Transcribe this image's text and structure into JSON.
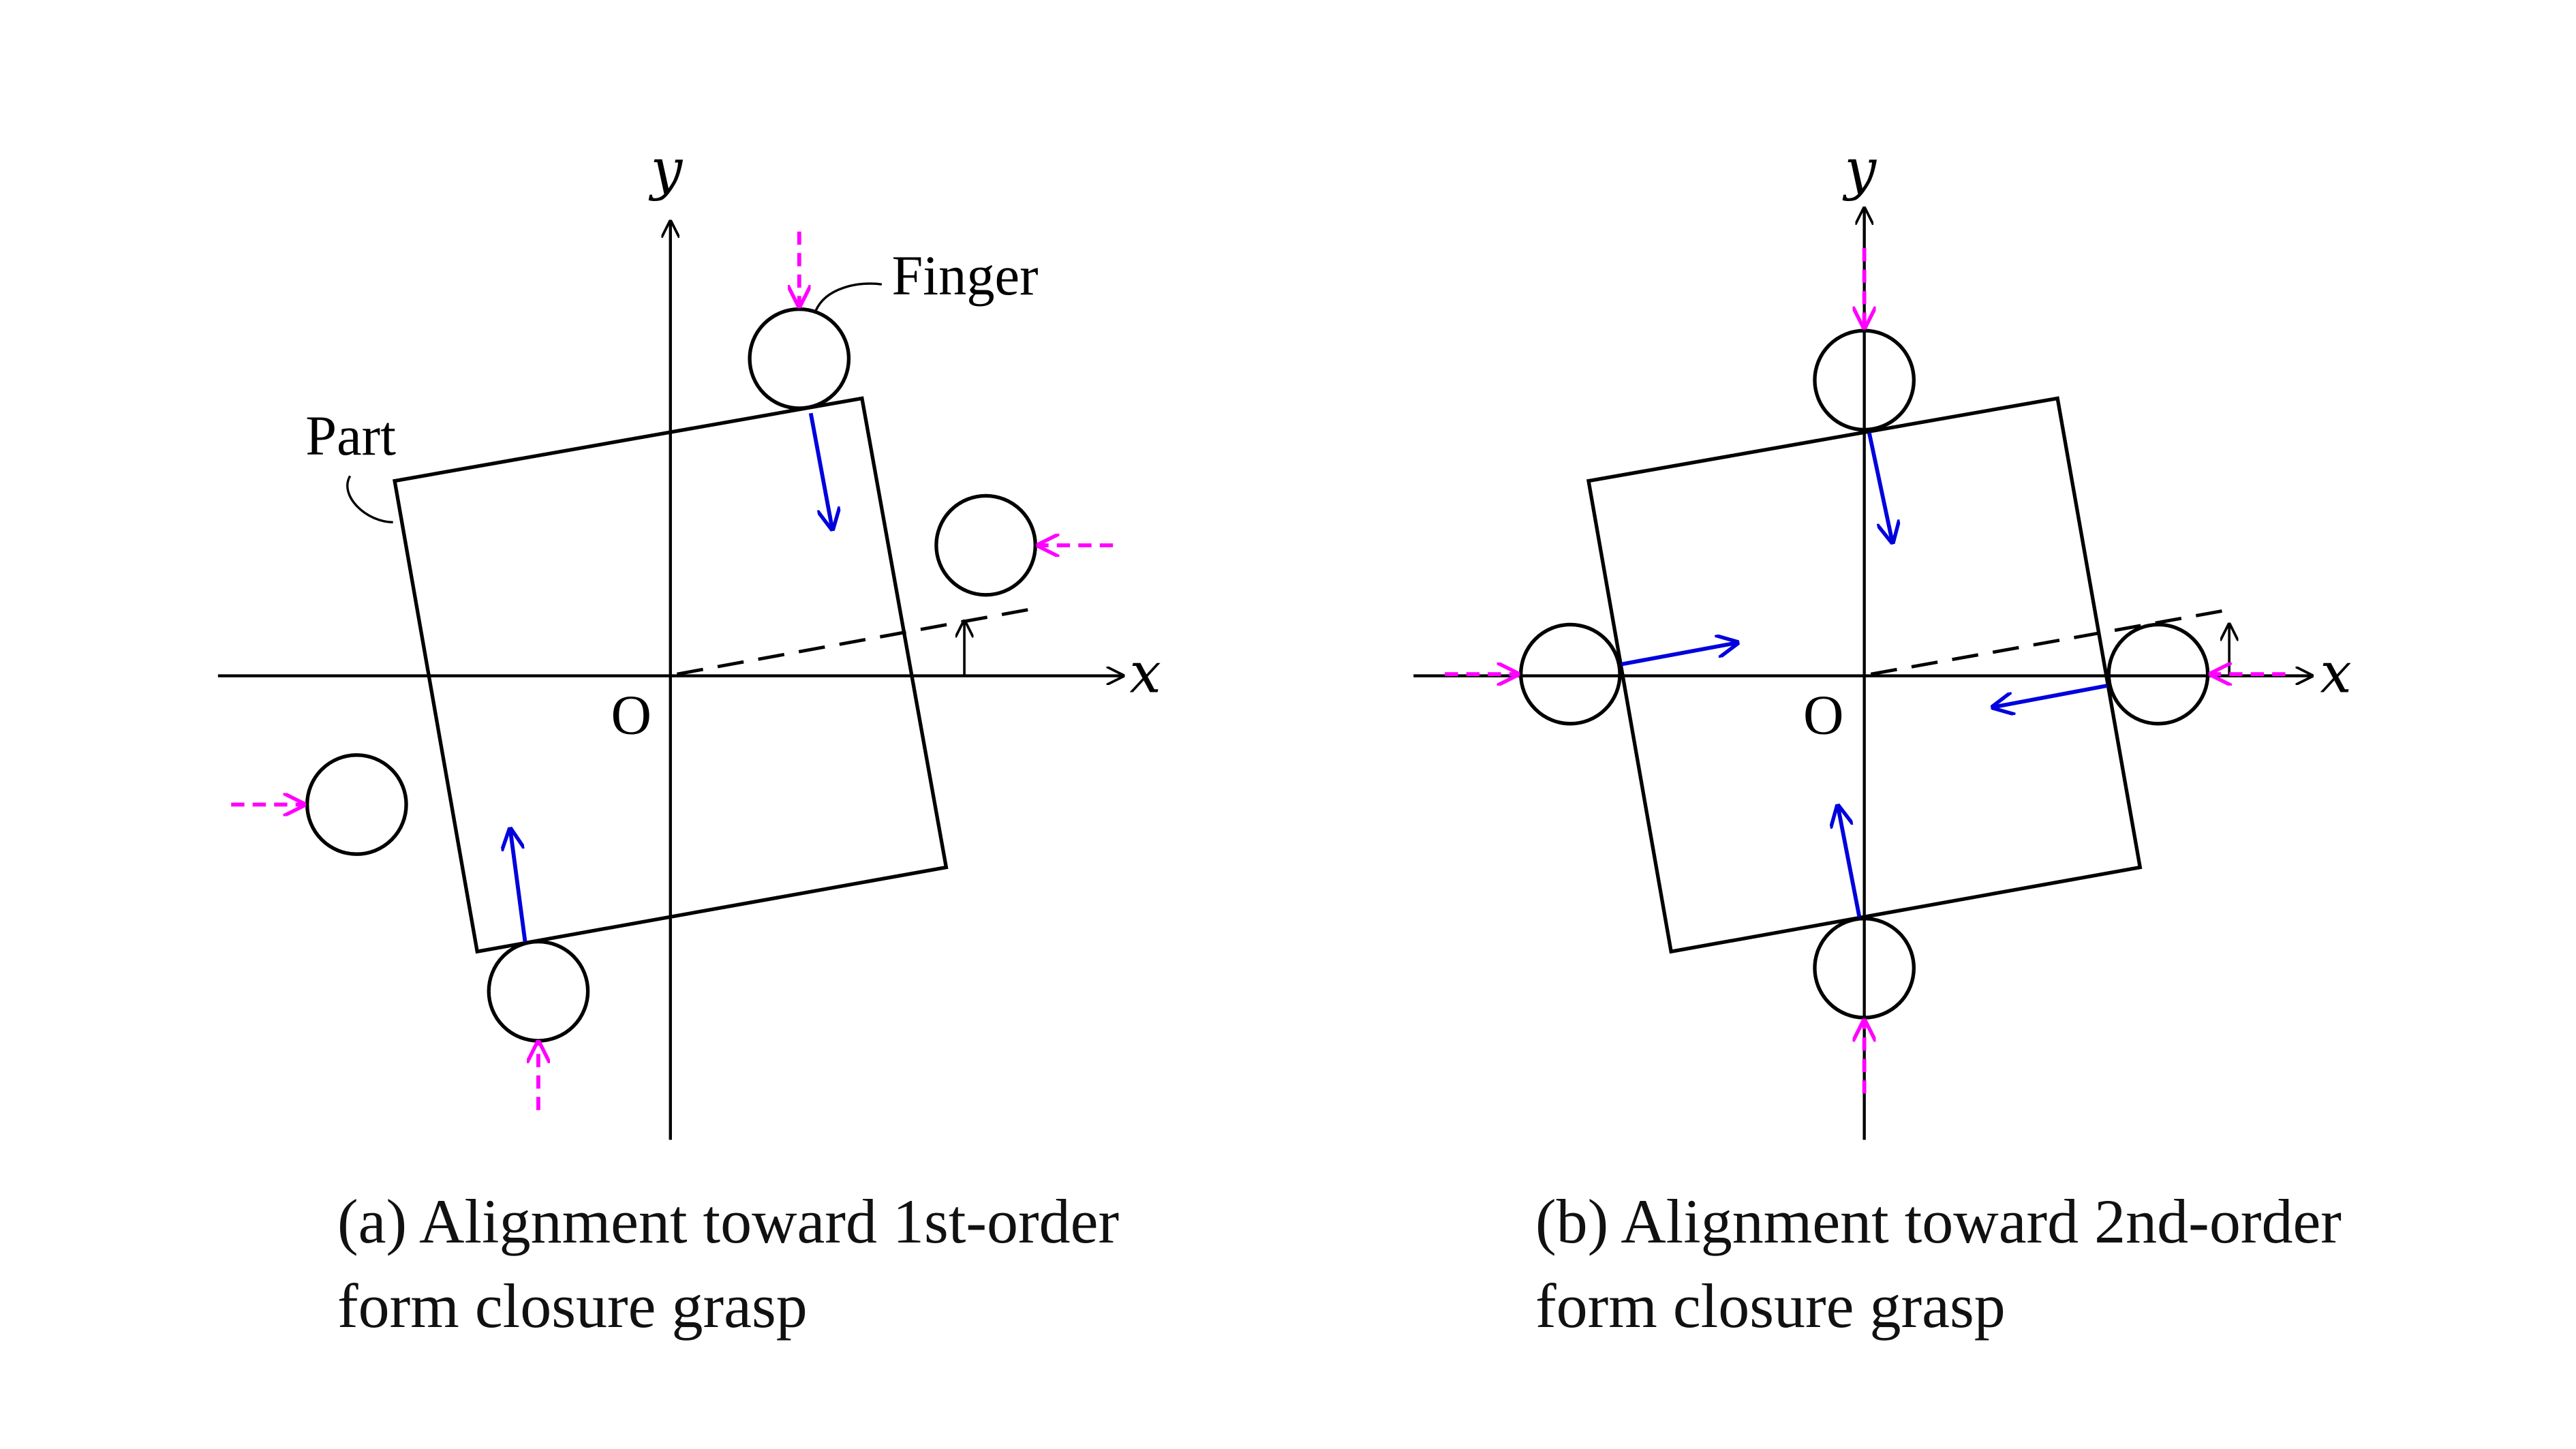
{
  "colors": {
    "outline": "#000000",
    "rotation_direction": "#0000dd",
    "finger_push": "#ff00ff"
  },
  "panel_a": {
    "x_axis_label": "x",
    "y_axis_label": "y",
    "origin_label": "O",
    "finger_label": "Finger",
    "part_label": "Part",
    "caption_line1": "(a) Alignment toward 1st-order",
    "caption_line2": "form closure grasp"
  },
  "panel_b": {
    "x_axis_label": "x",
    "y_axis_label": "y",
    "origin_label": "O",
    "caption_line1": "(b) Alignment toward 2nd-order",
    "caption_line2": "form closure grasp"
  }
}
